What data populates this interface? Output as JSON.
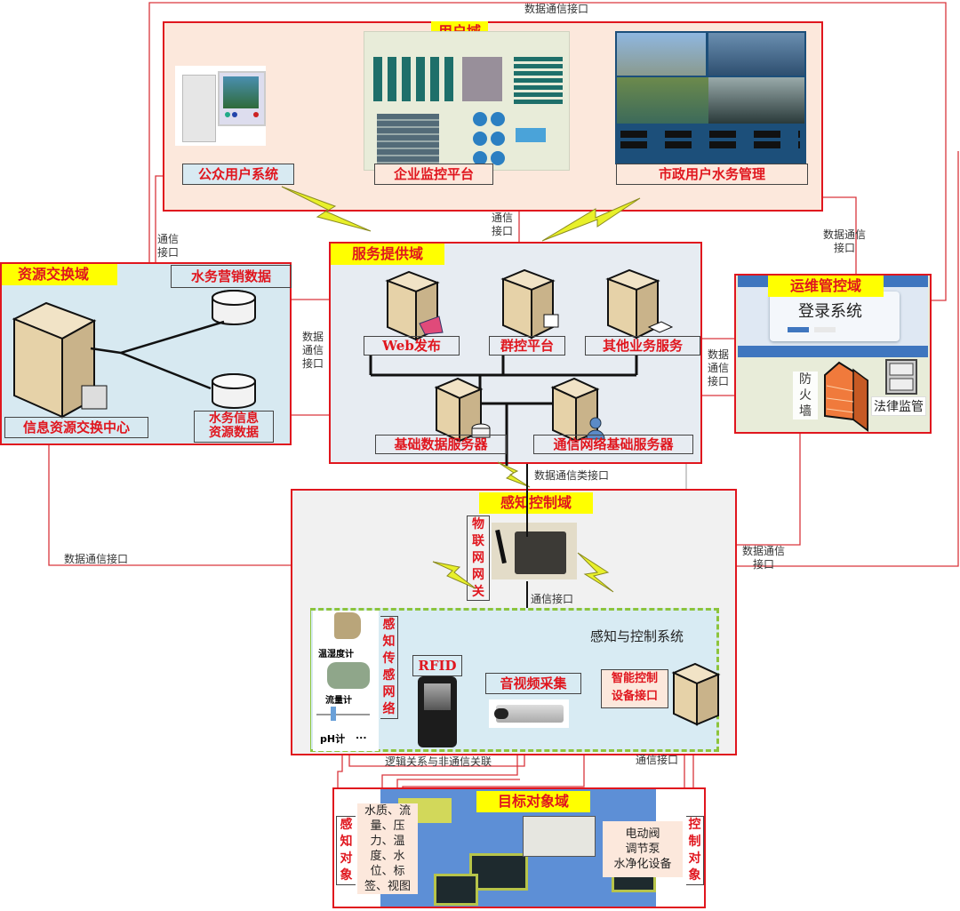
{
  "diagram": {
    "interfaces": {
      "top_data": "数据通信接口",
      "comm_left": "通信\n接口",
      "comm_center": "通信\n接口",
      "data_right_top": "数据通信\n接口",
      "data_left_mid": "数据\n通信\n接口",
      "data_right_mid": "数据\n通信\n接口",
      "data_comm_class": "数据通信类接口",
      "data_left_bottom": "数据通信接口",
      "data_right_bottom": "数据通信\n接口",
      "gateway_comm": "通信接口",
      "logic_relation": "逻辑关系与非通信关联",
      "bottom_comm": "通信接口"
    },
    "user_domain": {
      "title": "用户域",
      "public_system": "公众用户系统",
      "enterprise_platform": "企业监控平台",
      "municipal_water": "市政用户水务管理"
    },
    "resource_domain": {
      "title": "资源交换域",
      "water_marketing": "水务营销数据",
      "info_center": "信息资源交换中心",
      "water_info": "水务信息\n资源数据"
    },
    "service_domain": {
      "title": "服务提供域",
      "web": "Web发布",
      "group_control": "群控平台",
      "other_services": "其他业务服务",
      "base_data_server": "基础数据服务器",
      "network_server": "通信网络基础服务器"
    },
    "ops_domain": {
      "title": "运维管控域",
      "login_system": "登录系统",
      "firewall": "防\n火\n墙",
      "legal": "法律监管"
    },
    "sensing_domain": {
      "title": "感知控制域",
      "iot_gateway": "物\n联\n网\n网\n关",
      "system_title": "感知与控制系统",
      "sensor_network": "感\n知\n传\n感\n网\n络",
      "thermo_hygrometer": "温湿度计",
      "flowmeter": "流量计",
      "ph_meter": "pH计",
      "ellipsis": "...",
      "rfid": "RFID",
      "av_capture": "音视频采集",
      "smart_control": "智能控制\n设备接口"
    },
    "target_domain": {
      "title": "目标对象域",
      "sensing_objects": "感\n知\n对\n象",
      "sensing_items": "水质、流\n量、压\n力、温\n度、水\n位、标\n签、视图",
      "control_devices": "电动阀\n调节泵\n水净化设备",
      "control_objects": "控\n制\n对\n象"
    }
  }
}
